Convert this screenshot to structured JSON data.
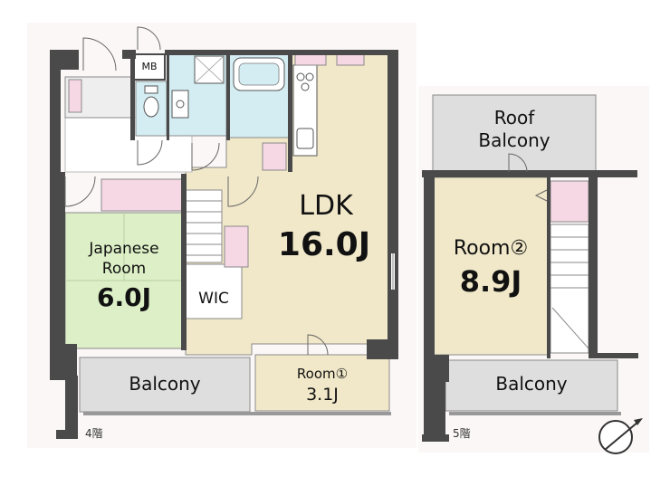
{
  "floor4": {
    "floor_label": "4階",
    "ldk": {
      "name": "LDK",
      "size": "16.0J"
    },
    "japanese_room": {
      "name_line1": "Japanese",
      "name_line2": "Room",
      "size": "6.0J"
    },
    "room1": {
      "name": "Room①",
      "size": "3.1J"
    },
    "wic": "WIC",
    "mb": "MB",
    "balcony": "Balcony"
  },
  "floor5": {
    "floor_label": "5階",
    "room2": {
      "name": "Room②",
      "size": "8.9J"
    },
    "roof_balcony": {
      "line1": "Roof",
      "line2": "Balcony"
    },
    "balcony": "Balcony"
  },
  "colors": {
    "wall": "#4a4a4a",
    "ldk_floor": "#f1e8c9",
    "tatami": "#dcefc6",
    "wet_area": "#d4edf3",
    "closet": "#f6d7e4",
    "balcony": "#dedede",
    "common": "#ffffff"
  },
  "icons": [
    "compass-icon",
    "door-swing-icon",
    "stairs-icon",
    "bathtub-icon",
    "toilet-icon",
    "washbasin-icon",
    "kitchen-stove-icon",
    "kitchen-sink-icon"
  ]
}
